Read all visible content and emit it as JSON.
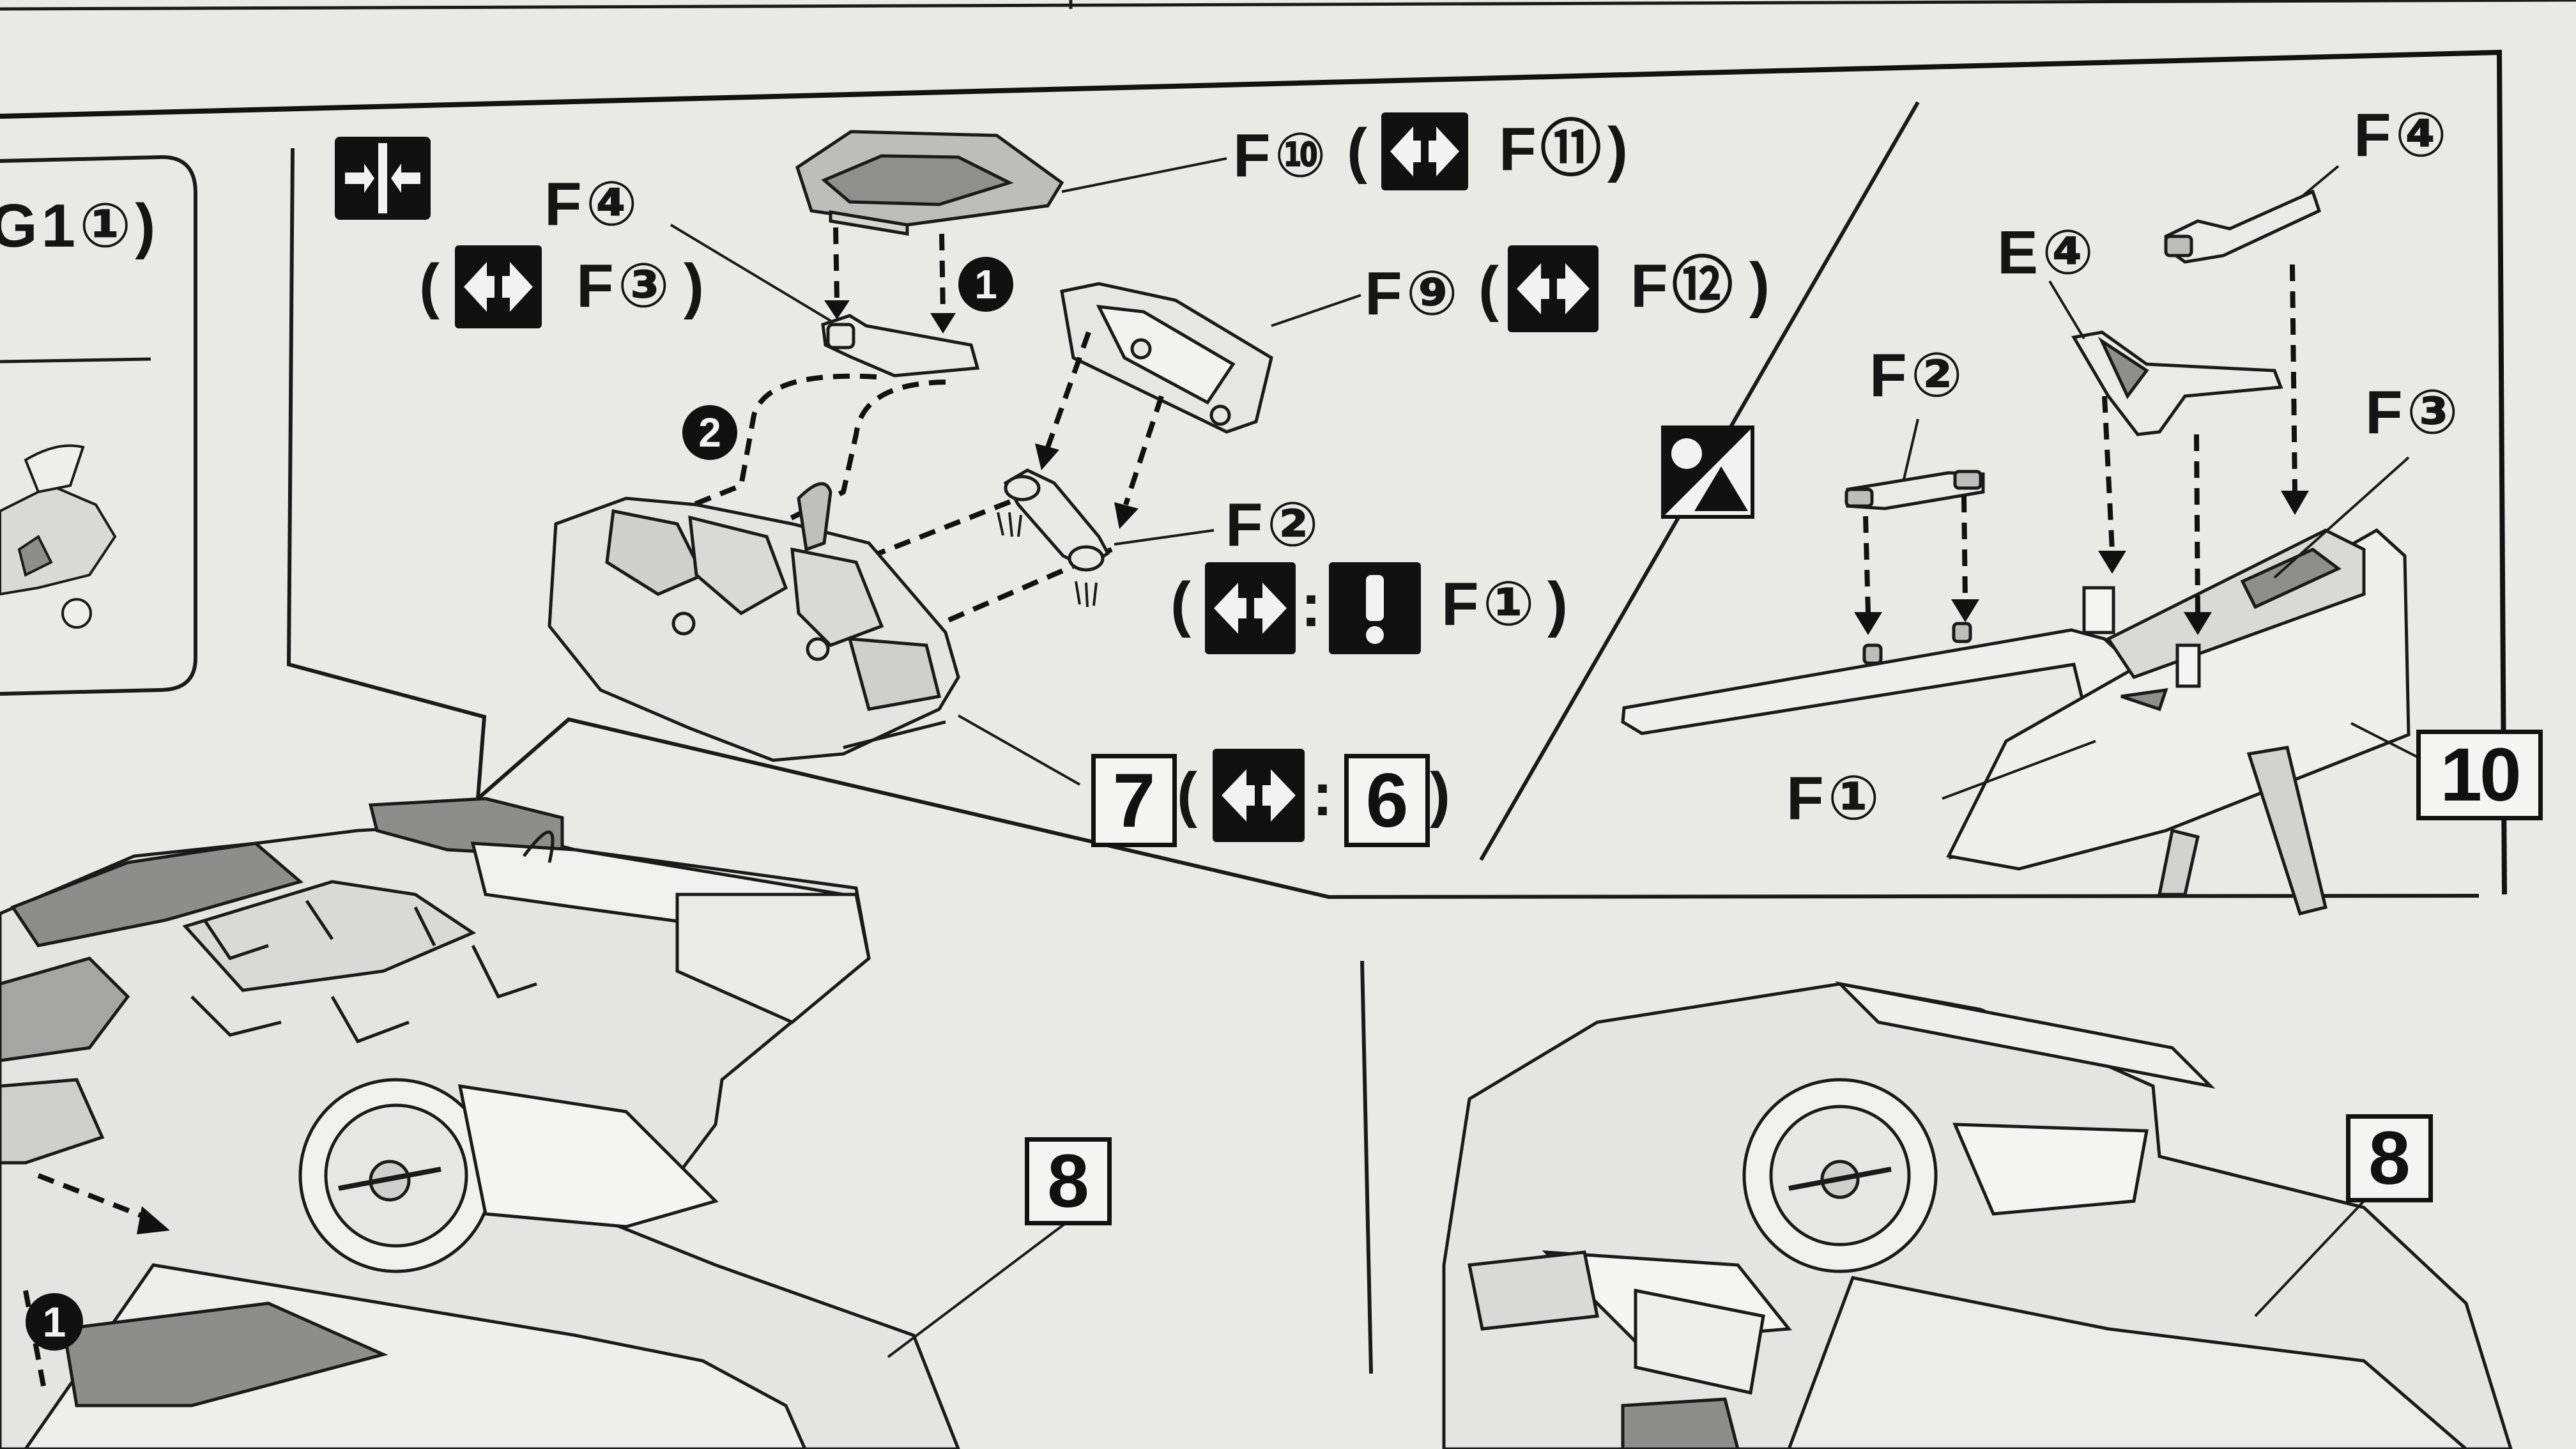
{
  "labels": {
    "f10": "F⑩",
    "f11": "F⑪",
    "f4_left": "F④",
    "f3_left": "F③",
    "f9": "F⑨",
    "f12": "F⑫",
    "f2_mid": "F②",
    "f1_mid": "F①",
    "f2_right": "F②",
    "e4": "E④",
    "f4_right": "F④",
    "f3_right": "F③",
    "f1_right": "F①",
    "g1_partial": "G1①)",
    "paren_open": "(",
    "paren_close": ")",
    "colon": ":"
  },
  "step_numbers": {
    "seven": "7",
    "six": "6",
    "eight_left": "8",
    "eight_right": "8",
    "ten": "10"
  },
  "order_marks": {
    "one_top": "1",
    "two": "2",
    "one_bottom": "1"
  },
  "icons": [
    "both-sides-icon",
    "mirror-swap-icon",
    "caution-icon",
    "trim-option-icon"
  ],
  "colors": {
    "paper": "#e9e9e6",
    "ink": "#141414",
    "part_shade": "#8d8d8b"
  }
}
